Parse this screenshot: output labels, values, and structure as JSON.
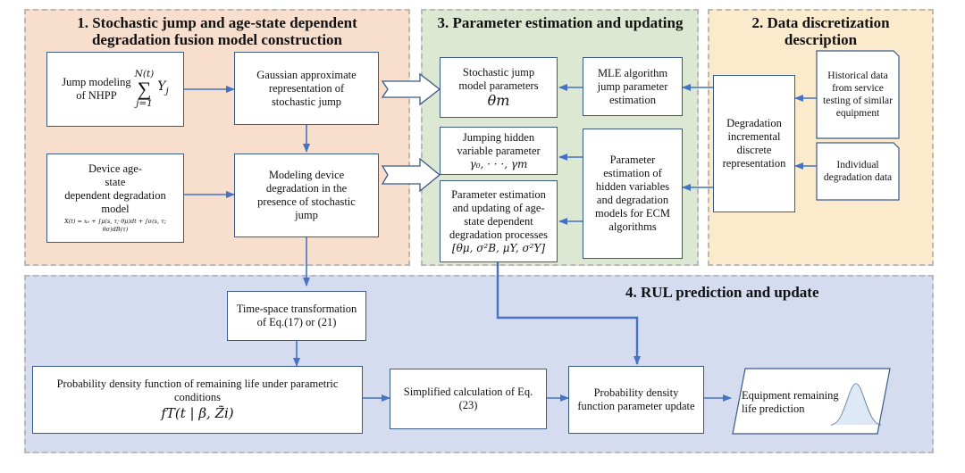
{
  "regions": {
    "model": {
      "title_line1": "1. Stochastic jump and age-state dependent",
      "title_line2": "degradation fusion model construction"
    },
    "estimation": {
      "title": "3. Parameter estimation and updating"
    },
    "discretization": {
      "title_line1": "2. Data discretization",
      "title_line2": "description"
    },
    "rul": {
      "title": "4. RUL prediction and update"
    }
  },
  "nodes": {
    "jump_modeling": {
      "line1": "Jump modeling",
      "line2": "of NHPP",
      "formula_top": "N(t)",
      "formula_sigma": "∑",
      "formula_bottom": "j=1",
      "formula_var": "Y",
      "formula_sub": "j"
    },
    "gaussian": {
      "line1": "Gaussian approximate",
      "line2": "representation of",
      "line3": "stochastic jump"
    },
    "device_model": {
      "line1": "Device age-",
      "line2": "state",
      "line3": "dependent degradation",
      "line4": "model",
      "formula": "X(t) = x₀ + ∫μ(s, τ; θμ)dt + ∫σ(s, τ; θσ)dB(τ)"
    },
    "modeling_device": {
      "line1": "Modeling device",
      "line2": "degradation in the",
      "line3": "presence of  stochastic",
      "line4": "jump"
    },
    "jump_params": {
      "line1": "Stochastic jump",
      "line2": "model parameters",
      "symbol": "θm"
    },
    "mle": {
      "line1": "MLE algorithm",
      "line2": "jump parameter",
      "line3": "estimation"
    },
    "hidden_var": {
      "line1": "Jumping hidden",
      "line2": "variable parameter",
      "symbol": "γ₀, · · ·, γm"
    },
    "param_update": {
      "line1": "Parameter estimation",
      "line2": "and updating of age-",
      "line3": "state dependent",
      "line4": "degradation processes",
      "symbol": "[θμ, σ²B, μY, σ²Y]"
    },
    "ecm": {
      "line1": "Parameter",
      "line2": "estimation of",
      "line3": "hidden variables",
      "line4": "and degradation",
      "line5": "models for ECM",
      "line6": "algorithms"
    },
    "discrete_rep": {
      "line1": "Degradation",
      "line2": "incremental",
      "line3": "discrete",
      "line4": "representation"
    },
    "historical": {
      "line1": "Historical data",
      "line2": "from service",
      "line3": "testing of similar",
      "line4": "equipment"
    },
    "individual": {
      "line1": "Individual",
      "line2": "degradation data"
    },
    "time_space": {
      "line1": "Time-space transformation",
      "line2": "of Eq.(17) or (21)"
    },
    "pdf": {
      "line1": "Probability density function of remaining life under parametric",
      "line2": "conditions",
      "formula": "fT(t | β, Z̃i)"
    },
    "simplified": {
      "line1": "Simplified calculation of Eq.",
      "line2": "(23)"
    },
    "pdf_update": {
      "line1": "Probability density",
      "line2": "function parameter update"
    },
    "rul_pred": {
      "line1": "Equipment remaining",
      "line2": "life prediction"
    }
  },
  "colors": {
    "arrow": "#4472c4",
    "box_border": "#3a5a8a",
    "model_bg": "#f8dfcd",
    "estimation_bg": "#dde8d2",
    "discretization_bg": "#fbeacc",
    "rul_bg": "#d5dcf0"
  }
}
